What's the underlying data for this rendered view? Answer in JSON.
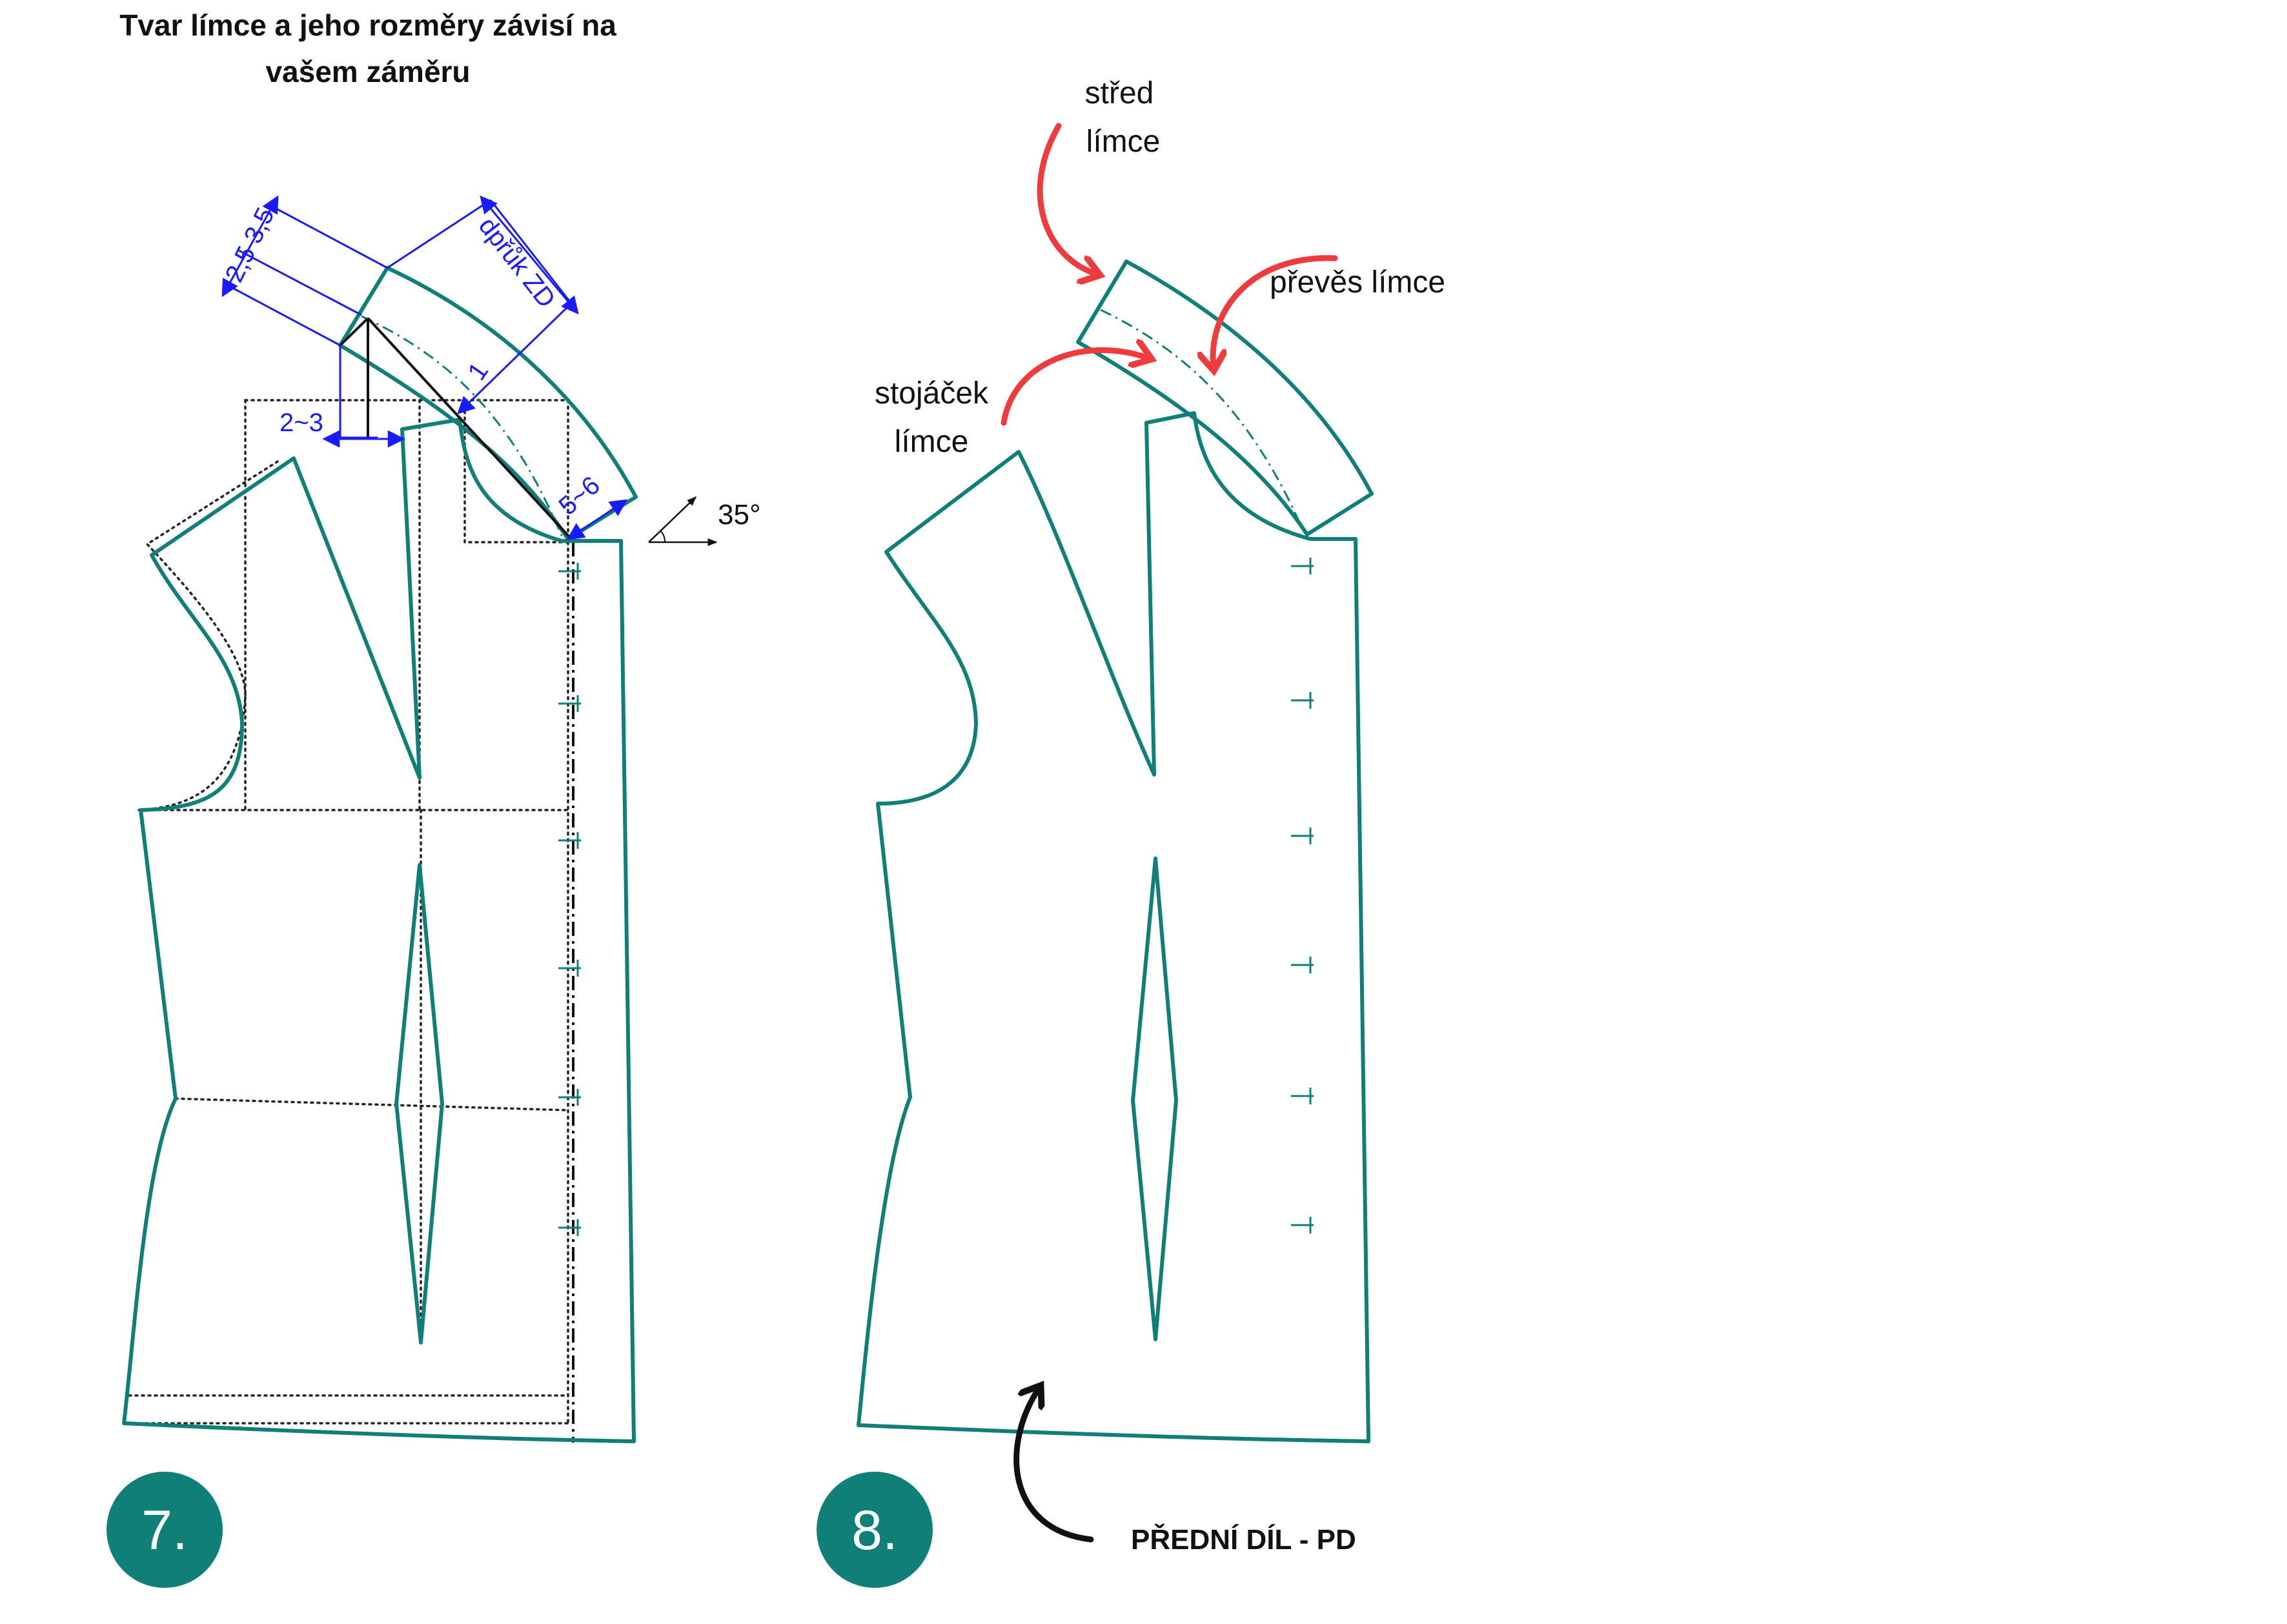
{
  "title": {
    "line1": "Tvar límce a jeho rozměry závisí na",
    "line2": "vašem záměru"
  },
  "step7": {
    "badge": "7.",
    "dimensions": {
      "collar_width": "2,5 3,5",
      "back_neck_length": "dpřůk ZD",
      "stand_offset": "2~3",
      "one": "1",
      "tip": "5~6"
    },
    "angle_label": "35°"
  },
  "step8": {
    "badge": "8.",
    "annotations": {
      "center_collar_line1": "střed",
      "center_collar_line2": "límce",
      "fall_collar": "převěs límce",
      "stand_collar_line1": "stojáček",
      "stand_collar_line2": "límce",
      "front_piece": "PŘEDNÍ DÍL - PD"
    }
  },
  "colors": {
    "pattern_line": "#0f7f78",
    "dimension": "#1a1aff",
    "callout_arrow": "#ef3b3b",
    "badge": "#0f7f78"
  }
}
